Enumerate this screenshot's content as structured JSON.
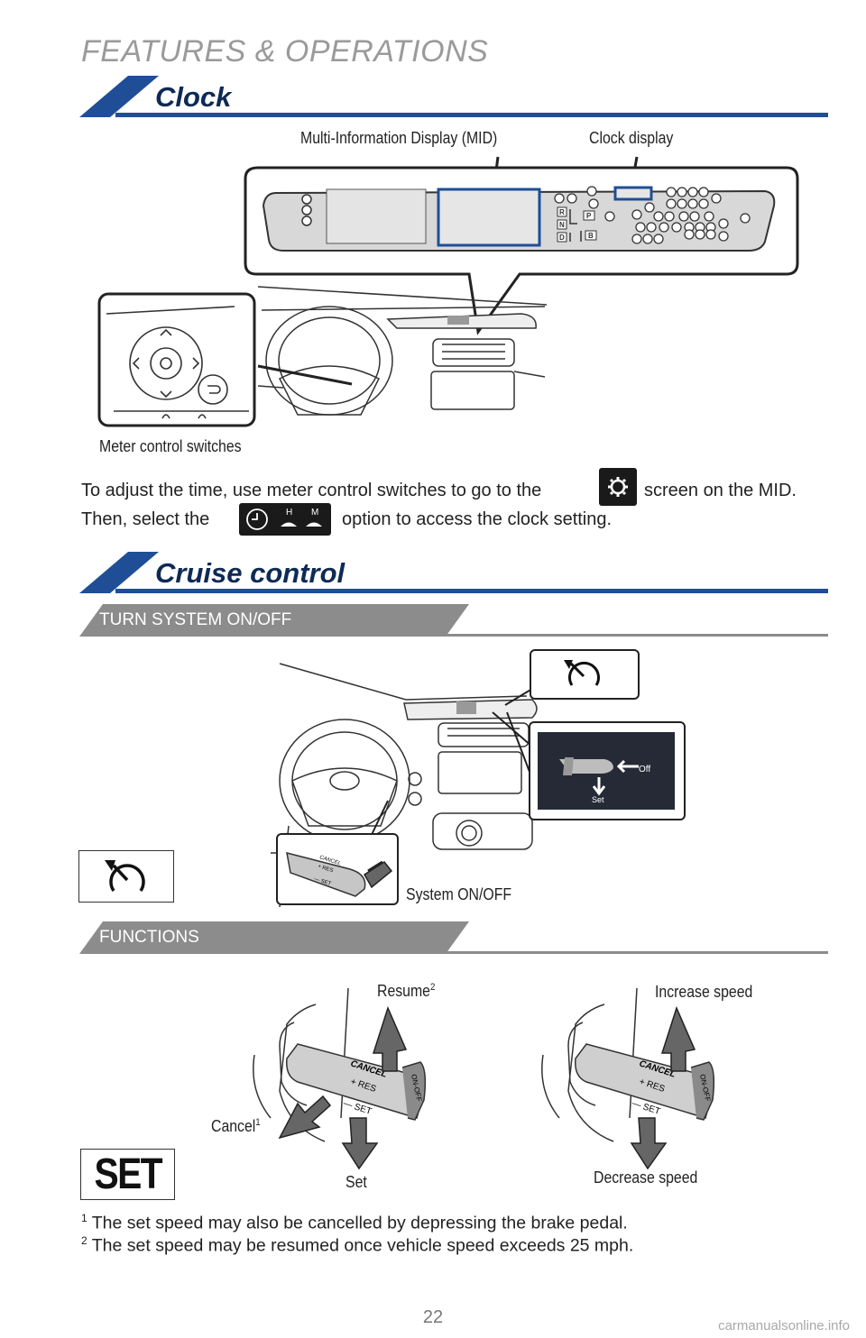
{
  "header": {
    "title": "FEATURES & OPERATIONS"
  },
  "clock": {
    "title": "Clock",
    "labels": {
      "mid": "Multi-Information Display (MID)",
      "clock_display": "Clock display",
      "meter_switches": "Meter control switches"
    },
    "instructions": {
      "line1_a": "To adjust the time, use meter control switches to go to the",
      "line1_b": "screen on the MID.",
      "line2_a": "Then, select the",
      "line2_b": "option to access the clock setting."
    },
    "clock_option_letters": {
      "h": "H",
      "m": "M"
    },
    "shift_letters": [
      "R",
      "N",
      "D",
      "P",
      "B"
    ]
  },
  "cruise": {
    "title": "Cruise control",
    "turn_on_off": {
      "heading": "TURN SYSTEM ON/OFF",
      "label": "System ON/OFF",
      "screen_off": "Off",
      "screen_set": "Set"
    },
    "functions": {
      "heading": "FUNCTIONS",
      "resume": "Resume",
      "resume_sup": "2",
      "cancel": "Cancel",
      "cancel_sup": "1",
      "set": "Set",
      "increase": "Increase speed",
      "decrease": "Decrease speed",
      "set_badge": "SET"
    },
    "lever_text": {
      "cancel": "CANCEL",
      "res": "+ RES",
      "set": "— SET",
      "onoff": "ON-OFF"
    }
  },
  "footnotes": [
    {
      "num": "1",
      "text": "The set speed may also be cancelled by depressing the brake pedal."
    },
    {
      "num": "2",
      "text": "The set speed may be resumed once vehicle speed exceeds 25 mph."
    }
  ],
  "page_number": "22",
  "watermark": "carmanualsonline.info",
  "colors": {
    "accent_navy": "#0e2a55",
    "bar_blue": "#1f4e96",
    "subhead_gray": "#8c8c8c"
  }
}
